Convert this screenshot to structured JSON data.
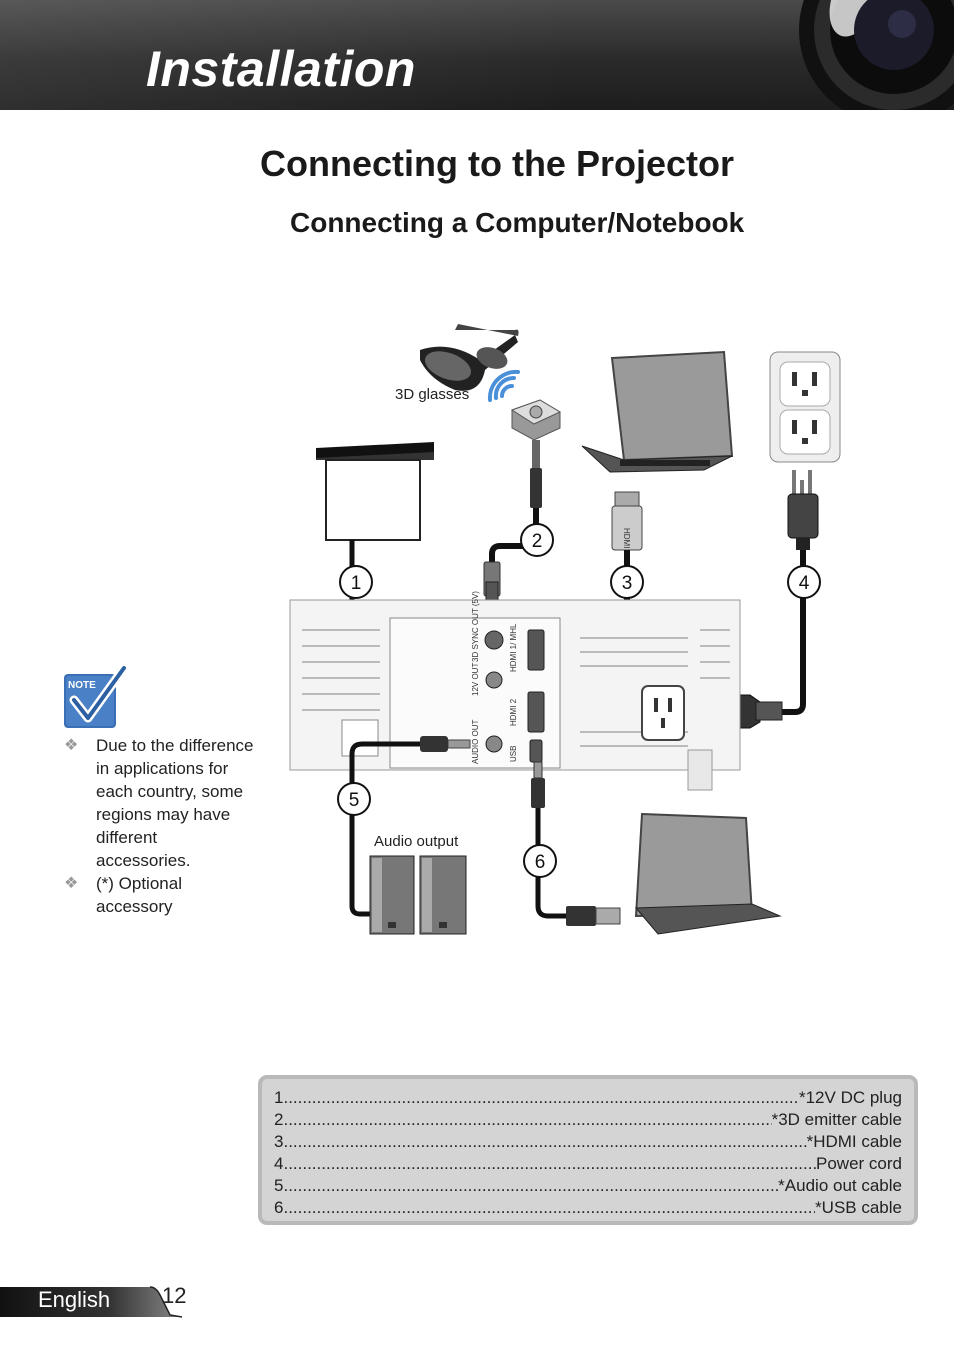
{
  "header": {
    "section_title": "Installation"
  },
  "page": {
    "title": "Connecting to the Projector",
    "subtitle": "Connecting a Computer/Notebook",
    "language": "English",
    "page_number": "12"
  },
  "diagram": {
    "label_3d_glasses": "3D glasses",
    "label_audio_output": "Audio output",
    "callouts": [
      "1",
      "2",
      "3",
      "4",
      "5",
      "6"
    ],
    "port_labels": [
      "3D SYNC OUT (5V)",
      "HDMI 1/ MHL",
      "12V OUT",
      "HDMI 2",
      "AUDIO OUT",
      "USB"
    ],
    "hdmi_mark": "HDMI"
  },
  "note": {
    "icon_label": "NOTE",
    "items": [
      "Due to the difference in applications for each country, some regions may have different accessories.",
      "(*) Optional accessory"
    ]
  },
  "legend": [
    {
      "num": "1",
      "label": "*12V DC plug"
    },
    {
      "num": "2",
      "label": "*3D emitter cable"
    },
    {
      "num": "3",
      "label": "*HDMI cable"
    },
    {
      "num": "4",
      "label": "Power cord"
    },
    {
      "num": "5",
      "label": "*Audio out cable"
    },
    {
      "num": "6",
      "label": "*USB cable"
    }
  ]
}
